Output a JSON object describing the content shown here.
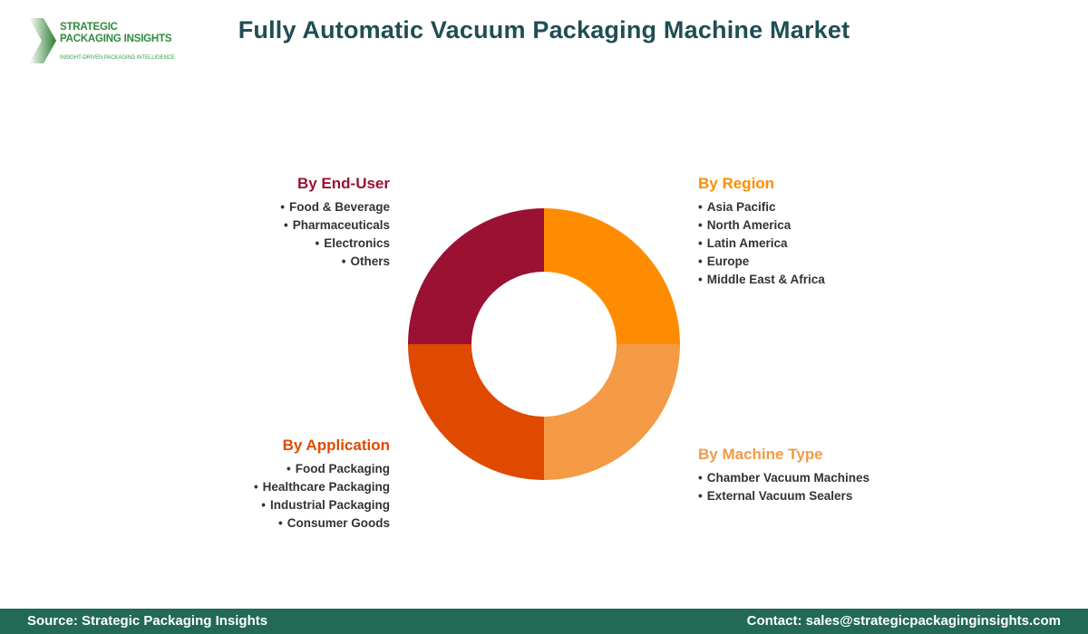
{
  "logo": {
    "line1": "STRATEGIC",
    "line2": "PACKAGING INSIGHTS",
    "tagline": "INSIGHT-DRIVEN PACKAGING INTELLIGENCE",
    "icon": "chevron-arrow-icon"
  },
  "header": {
    "title": "Fully Automatic Vacuum Packaging Machine Market"
  },
  "segments": {
    "end_user": {
      "heading": "By End-User",
      "color": "#9b1133",
      "items": [
        "Food & Beverage",
        "Pharmaceuticals",
        "Electronics",
        "Others"
      ]
    },
    "region": {
      "heading": "By Region",
      "color": "#ff8c00",
      "items": [
        "Asia Pacific",
        "North America",
        "Latin America",
        "Europe",
        "Middle East & Africa"
      ]
    },
    "application": {
      "heading": "By Application",
      "color": "#e04a00",
      "items": [
        "Food Packaging",
        "Healthcare Packaging",
        "Industrial Packaging",
        "Consumer Goods"
      ]
    },
    "machine_type": {
      "heading": "By Machine Type",
      "color": "#f49a45",
      "items": [
        "Chamber Vacuum Machines",
        "External Vacuum Sealers"
      ]
    }
  },
  "chart_data": {
    "type": "pie",
    "title": "Fully Automatic Vacuum Packaging Machine Market",
    "categories": [
      "By Region",
      "By Machine Type",
      "By Application",
      "By End-User"
    ],
    "values": [
      25,
      25,
      25,
      25
    ],
    "colors": [
      "#ff8c00",
      "#f49a45",
      "#e04a00",
      "#9b1133"
    ],
    "donut": true
  },
  "footer": {
    "source": "Source: Strategic Packaging Insights",
    "contact": "Contact: sales@strategicpackaginginsights.com"
  }
}
